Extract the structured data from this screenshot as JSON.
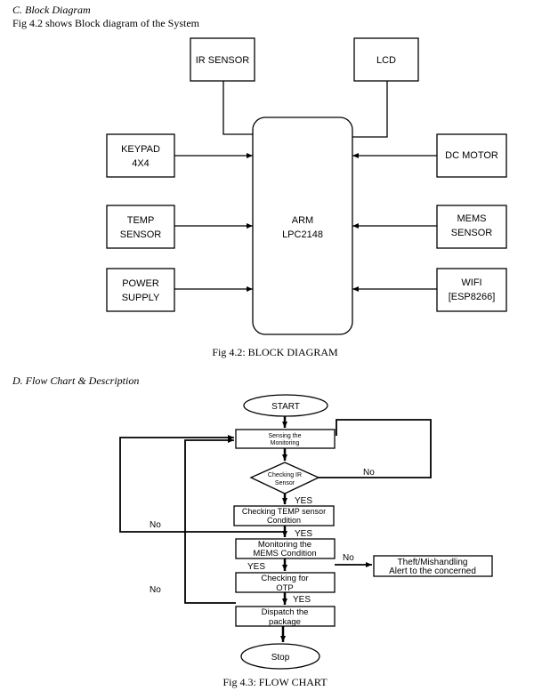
{
  "section_c": {
    "heading": "C.   Block Diagram",
    "intro": "Fig 4.2 shows Block diagram of the System"
  },
  "block_diagram": {
    "ir_sensor": "IR SENSOR",
    "lcd": "LCD",
    "keypad": [
      "KEYPAD",
      "4X4"
    ],
    "temp_sensor": [
      "TEMP",
      "SENSOR"
    ],
    "power_supply": [
      "POWER",
      "SUPPLY"
    ],
    "arm": [
      "ARM",
      "LPC2148"
    ],
    "dc_motor": "DC MOTOR",
    "mems_sensor": [
      "MEMS",
      "SENSOR"
    ],
    "wifi": [
      "WIFI",
      "[ESP8266]"
    ],
    "caption": "Fig 4.2: BLOCK DIAGRAM"
  },
  "section_d": {
    "heading": "D.   Flow Chart & Description"
  },
  "flow_chart": {
    "start": "START",
    "sensing": [
      "Sensing the",
      "Monitoring"
    ],
    "checking_ir": [
      "Checking IR",
      "Sensor"
    ],
    "checking_temp": [
      "Checking TEMP sensor",
      "Condition"
    ],
    "monitoring_mems": [
      "Monitoring the",
      "MEMS Condition"
    ],
    "theft_alert": [
      "Theft/Mishandling",
      "Alert to the concerned"
    ],
    "checking_otp": [
      "Checking for",
      "OTP"
    ],
    "dispatch": [
      "Dispatch the",
      "package"
    ],
    "stop": "Stop",
    "yes": "YES",
    "no": "No",
    "caption": "Fig 4.3: FLOW CHART"
  }
}
